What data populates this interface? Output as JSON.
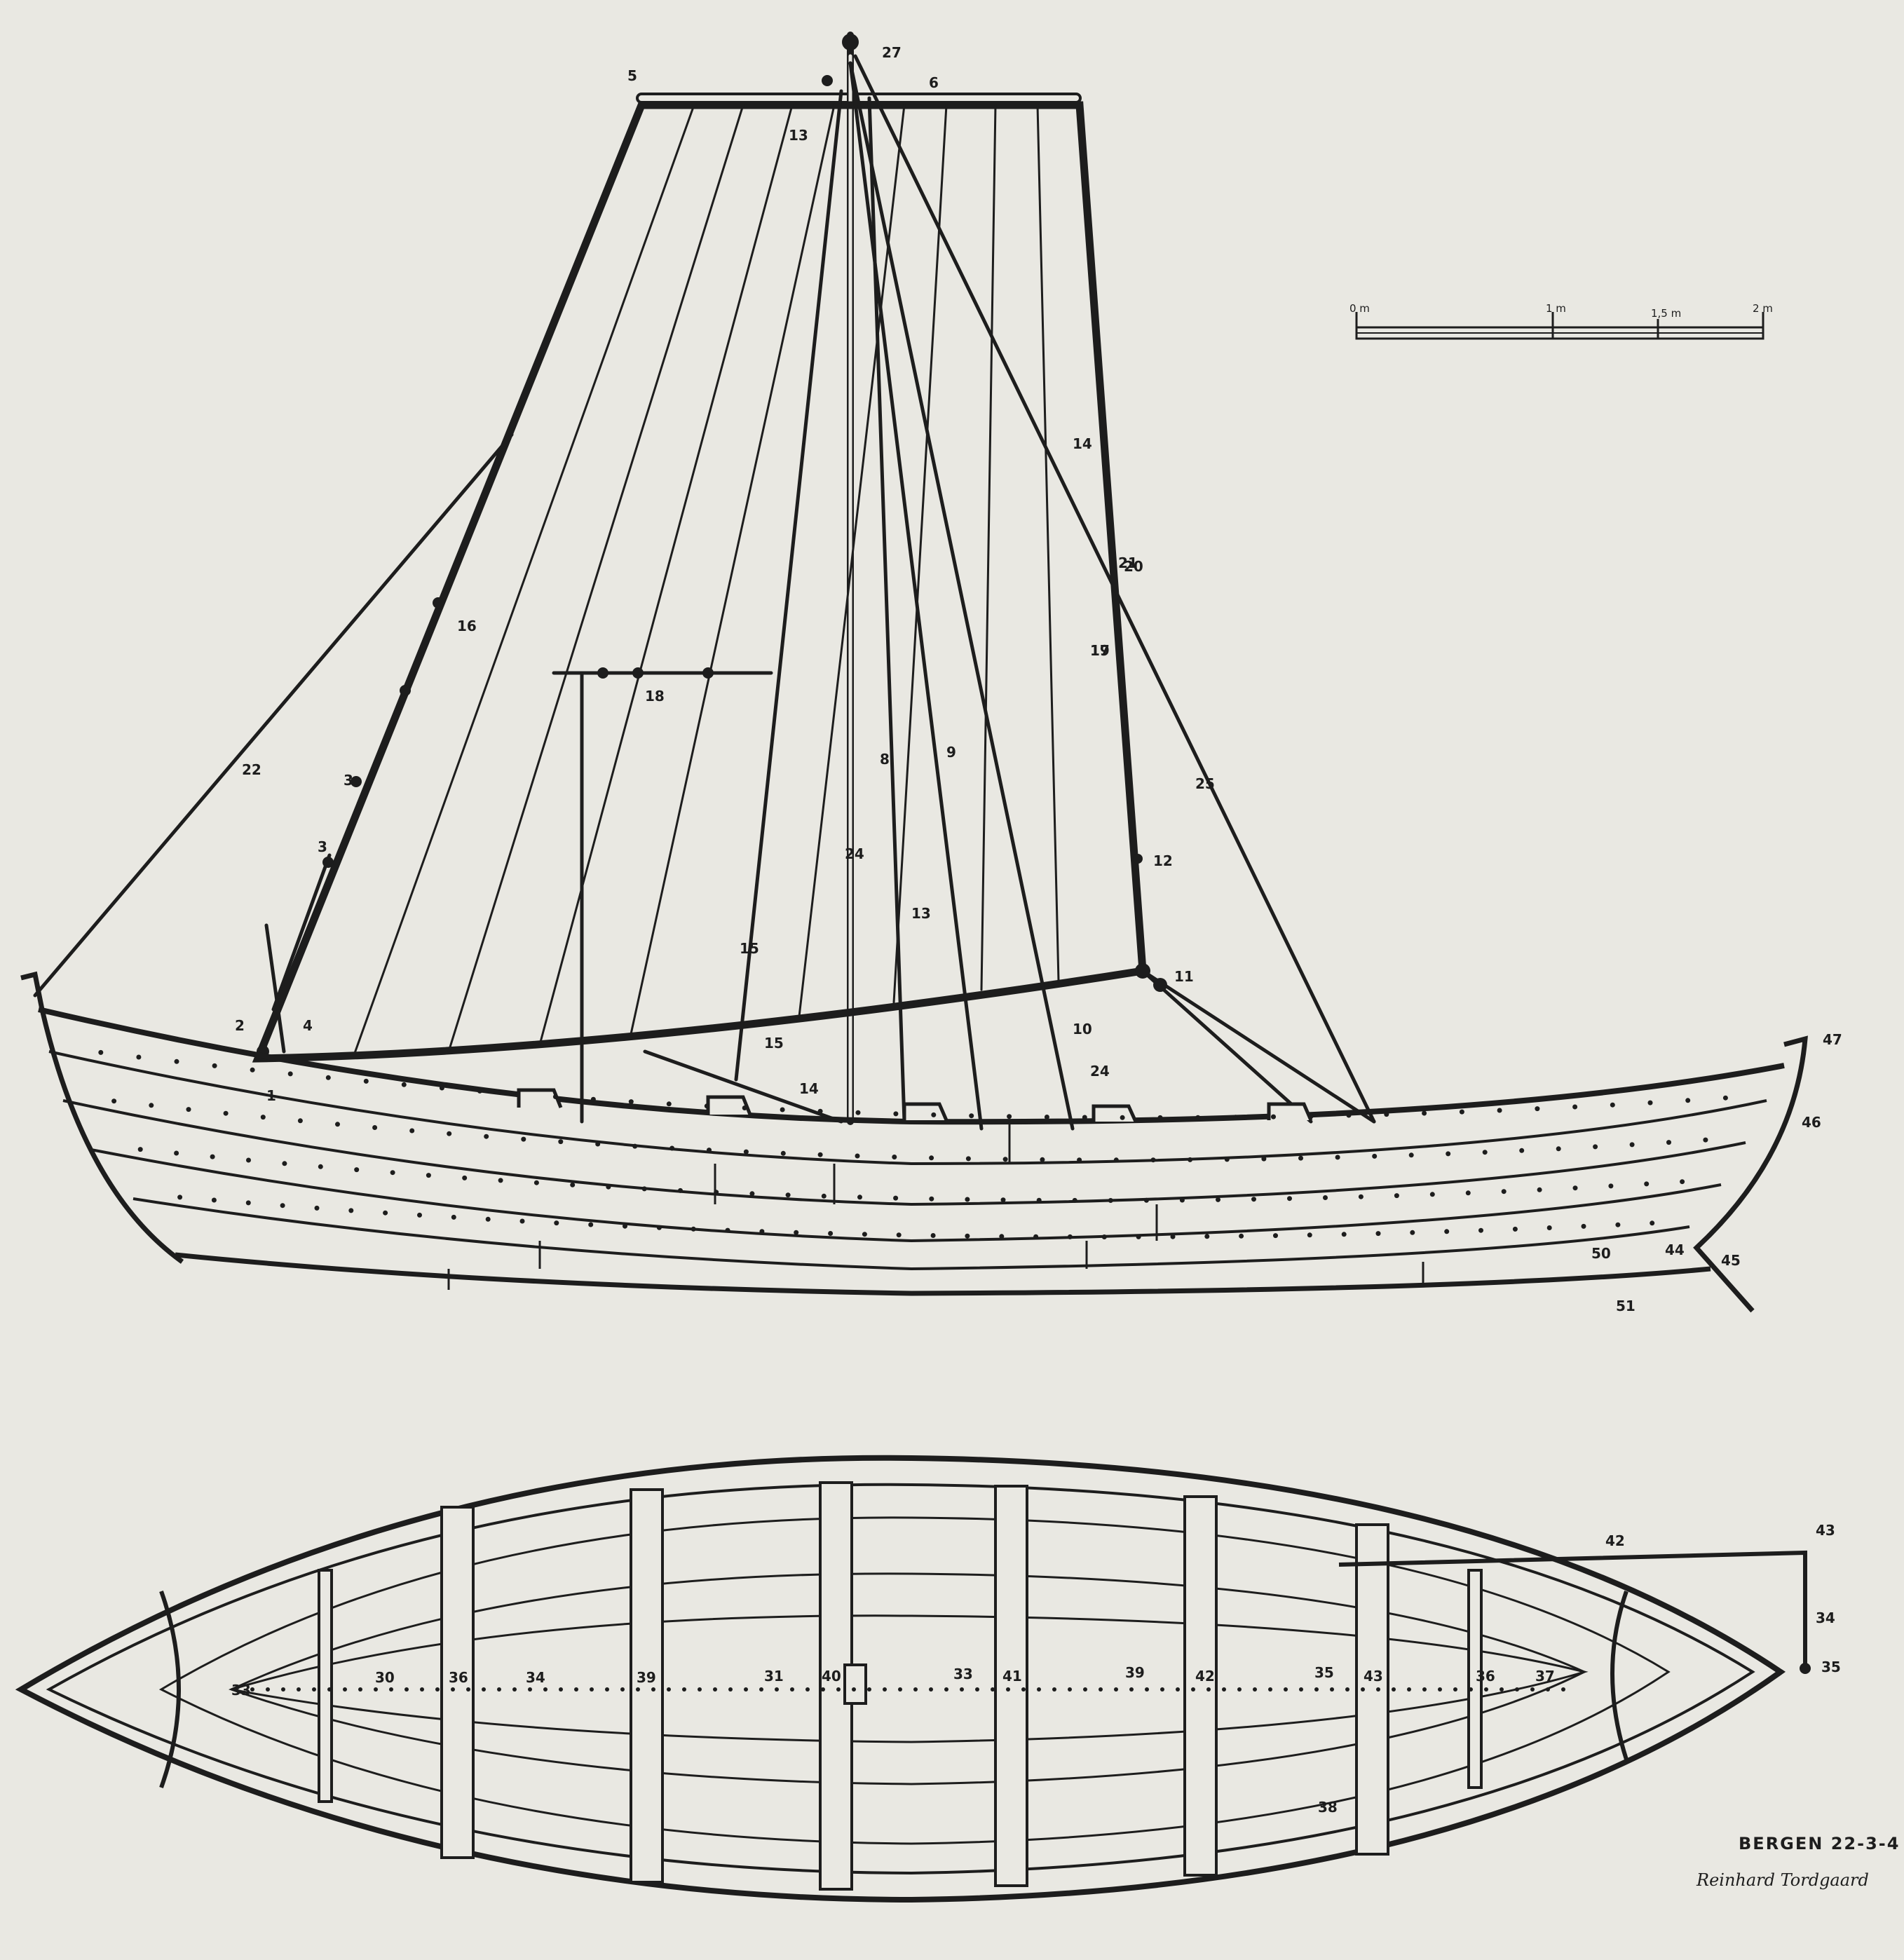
{
  "scale_bar": {
    "ticks": [
      "0 m",
      "1 m",
      "1,5 m",
      "2 m"
    ]
  },
  "sail_labels": [
    "5",
    "27",
    "6",
    "13",
    "16",
    "18",
    "14",
    "19",
    "21",
    "20",
    "17",
    "22",
    "3",
    "3",
    "2",
    "4",
    "1",
    "8",
    "9",
    "24",
    "13",
    "12",
    "15",
    "15",
    "10",
    "11",
    "24",
    "14",
    "25",
    "47",
    "46",
    "50",
    "44",
    "45",
    "51"
  ],
  "plan_labels": [
    "42",
    "43",
    "34",
    "35",
    "33",
    "30",
    "36",
    "34",
    "39",
    "31",
    "40",
    "33",
    "41",
    "39",
    "42",
    "35",
    "43",
    "36",
    "37",
    "38"
  ],
  "signature": {
    "place_date": "BERGEN 22-3-4",
    "author": "Reinhard Tordgaard"
  },
  "colors": {
    "paper": "#e9e8e2",
    "ink": "#1d1d1d"
  }
}
